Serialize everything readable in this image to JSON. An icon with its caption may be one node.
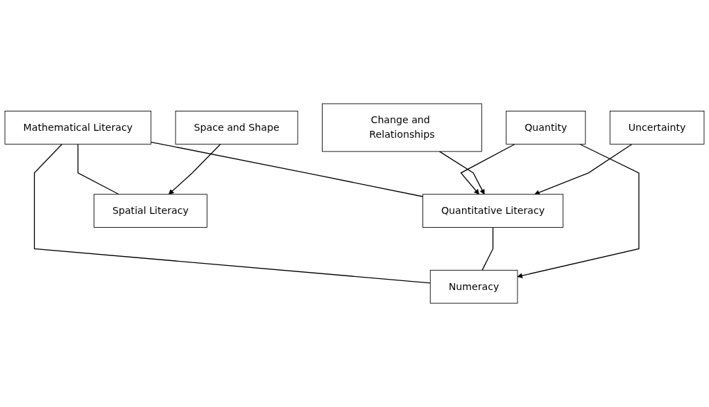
{
  "diagram": {
    "nodes": [
      {
        "text": [
          "Mathematical Literacy"
        ]
      },
      {
        "text": [
          "Quantitative Literacy"
        ]
      },
      {
        "text": [
          "Spatial Literacy"
        ]
      },
      {
        "text": [
          "Numeracy"
        ]
      },
      {
        "text": [
          "Space and Shape"
        ]
      },
      {
        "text": [
          "Quantity"
        ]
      },
      {
        "text": [
          "Change and Relationships"
        ]
      },
      {
        "text": [
          "Uncertainty"
        ]
      }
    ],
    "edges": [
      {
        "from": 0,
        "to": 2,
        "arrow": "none"
      },
      {
        "from": 0,
        "to": 3,
        "arrow": "none"
      },
      {
        "from": 0,
        "to": 1,
        "arrow": "none"
      },
      {
        "from": 1,
        "to": 3,
        "arrow": "none"
      },
      {
        "from": 4,
        "to": 2,
        "arrow": "to"
      },
      {
        "from": 5,
        "to": 3,
        "arrow": "to"
      },
      {
        "from": 5,
        "to": 1,
        "arrow": "to"
      },
      {
        "from": 6,
        "to": 1,
        "arrow": "to"
      },
      {
        "from": 7,
        "to": 1,
        "arrow": "to"
      }
    ]
  }
}
